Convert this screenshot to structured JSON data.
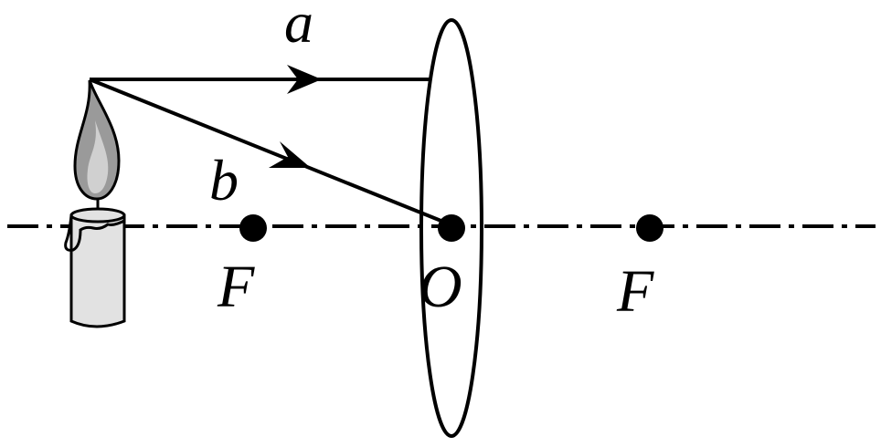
{
  "labels": {
    "ray_a": "a",
    "ray_b": "b",
    "focus_left": "F",
    "optical_center": "O",
    "focus_right": "F"
  },
  "colors": {
    "stroke": "#000000",
    "candle_body": "#e2e2e2",
    "flame_outer": "#9a9a9a",
    "flame_inner": "#d0d0d0",
    "background": "#ffffff"
  }
}
